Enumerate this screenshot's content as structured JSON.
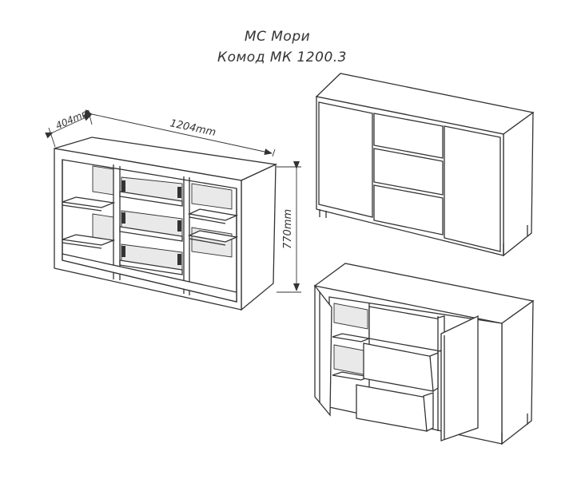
{
  "title": {
    "series": "МС Мори",
    "model": "Комод МК 1200.3"
  },
  "dimensions": {
    "depth": "404mm",
    "width": "1204mm",
    "height": "770mm"
  },
  "views": [
    {
      "id": "open-interior",
      "drawers": 3,
      "open_sections": 4
    },
    {
      "id": "closed-front",
      "doors": 2,
      "drawers": 3
    },
    {
      "id": "doors-open",
      "doors": 2,
      "drawers": 3
    }
  ],
  "colors": {
    "line": "#333333",
    "panel_shade": "#e9e9e9",
    "background": "#ffffff"
  }
}
